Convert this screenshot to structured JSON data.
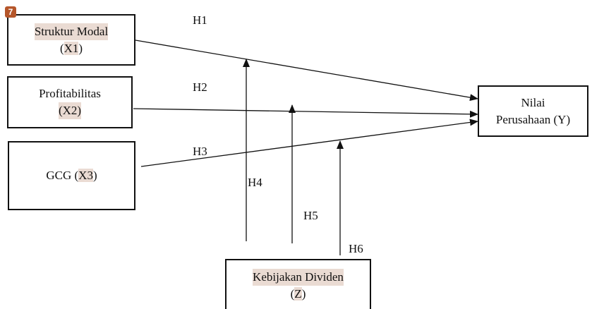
{
  "badge": "7",
  "nodes": {
    "x1": {
      "line1": "Struktur Modal",
      "line2_open": "(",
      "line2_hl": "X1",
      "line2_close": ")"
    },
    "x2": {
      "line1": "Profitabilitas",
      "line2_open": "(",
      "line2_hl": "X2",
      "line2_close": ")"
    },
    "x3": {
      "prefix": "GCG  (",
      "hl": "X3",
      "suffix": ")"
    },
    "y": {
      "line1": "Nilai",
      "line2": "Perusahaan (Y)"
    },
    "z": {
      "line1": "Kebijakan Dividen",
      "line2_open": "(",
      "line2_hl": "Z",
      "line2_close": ")"
    }
  },
  "hypotheses": {
    "h1": "H1",
    "h2": "H2",
    "h3": "H3",
    "h4": "H4",
    "h5": "H5",
    "h6": "H6"
  }
}
